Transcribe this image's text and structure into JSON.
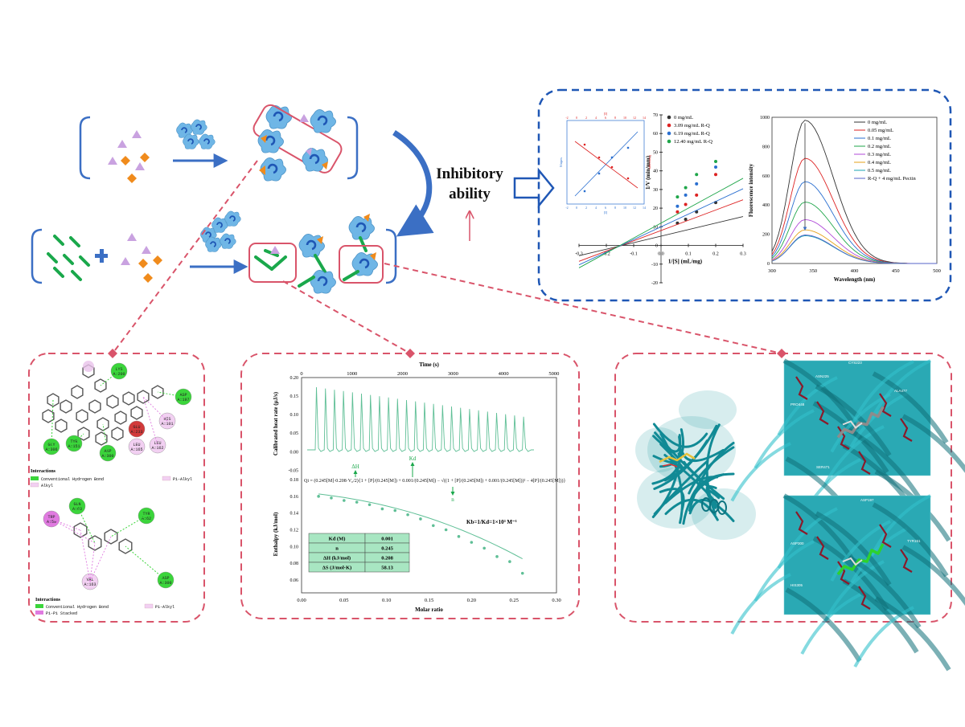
{
  "center_label": {
    "line1": "Inhibitory",
    "line2": "ability"
  },
  "kinetics": {
    "inset": {
      "top_axis_label": "[I]",
      "top_ticks": [
        "-2",
        "0",
        "2",
        "4",
        "6",
        "8",
        "10",
        "12",
        "14"
      ],
      "bottom_axis_label": "[I]",
      "left_axis_label": "Slopes",
      "right_axis_label": "Intercepts",
      "bottom_ticks": [
        "-2",
        "0",
        "2",
        "4",
        "6",
        "8",
        "10",
        "12",
        "14"
      ]
    },
    "legend": [
      "0 mg/mL",
      "3.09 mg/mL R-Q",
      "6.19 mg/mL R-Q",
      "12.40 mg/mL R-Q"
    ],
    "xlabel": "1/[S] (mL/mg)",
    "ylabel": "1/V (min/mm)",
    "xticks": [
      "-0.3",
      "-0.2",
      "-0.1",
      "0.0",
      "0.1",
      "0.2",
      "0.3"
    ],
    "yticks": [
      "70",
      "60",
      "50",
      "40",
      "30",
      "20",
      "10",
      "0",
      "-10",
      "-20"
    ]
  },
  "fluorescence": {
    "legend": [
      "0 mg/mL",
      "0.05 mg/mL",
      "0.1 mg/mL",
      "0.2 mg/mL",
      "0.3 mg/mL",
      "0.4 mg/mL",
      "0.5 mg/mL",
      "R-Q + 4 mg/mL Pectin"
    ],
    "xlabel": "Wavelength (nm)",
    "ylabel": "Fluorescence intensity",
    "xticks": [
      "300",
      "350",
      "400",
      "450",
      "500"
    ],
    "yticks": [
      "1000",
      "800",
      "600",
      "400",
      "200",
      "0"
    ]
  },
  "interactions_1": {
    "title": "Interactions",
    "legend": [
      "Conventional Hydrogen Bond",
      "Alkyl",
      "Pi-Alkyl"
    ],
    "residues": [
      "LYS A:200",
      "ASP A:197",
      "HIS A:101",
      "LEU A:162",
      "LEU A:165",
      "GLU A:233",
      "ASP A:300",
      "TYR A:151",
      "GLY A:306"
    ]
  },
  "interactions_2": {
    "title": "Interactions",
    "legend": [
      "Conventional Hydrogen Bond",
      "Pi-Pi Stacked",
      "Pi-Alkyl"
    ],
    "residues": [
      "GLN A:63",
      "TRP A:59",
      "TYR A:62",
      "VAL A:163",
      "ASP A:300"
    ]
  },
  "itc": {
    "top_axis_label": "Time (s)",
    "top_ticks": [
      "0",
      "1000",
      "2000",
      "3000",
      "4000",
      "5000"
    ],
    "upper_ylabel": "Calibrated heat rate (μJ/s)",
    "upper_yticks": [
      "0.20",
      "0.15",
      "0.10",
      "0.05",
      "0.00",
      "-0.05"
    ],
    "lower_ylabel": "Enthalpy (kJ/mol)",
    "lower_yticks": [
      "0.18",
      "0.16",
      "0.14",
      "0.12",
      "0.10",
      "0.08",
      "0.06"
    ],
    "xlabel": "Molar ratio",
    "xticks": [
      "0.00",
      "0.05",
      "0.10",
      "0.15",
      "0.20",
      "0.25",
      "0.30"
    ],
    "equation": "Qi = (0.245[M]·0.208·V₀/2){1 + [P]/(0.245[M]) + 0.001/(0.245[M]) − √((1 + [P]/(0.245[M]) + 0.001/(0.245[M]))² − 4[P]/(0.245[M]))}",
    "eq_delta_h": "ΔH",
    "eq_kd": "Kd",
    "eq_n": "n",
    "kb_text": "Kb=1/Kd=1×10³ M⁻¹",
    "table": [
      [
        "Kd (M)",
        "0.001"
      ],
      [
        "n",
        "0.245"
      ],
      [
        "ΔH (kJ/mol)",
        "0.208"
      ],
      [
        "ΔS (J/mol·K)",
        "58.13"
      ]
    ]
  },
  "docking": {
    "labels_top": [
      "ASN225",
      "CYS223",
      "ALA477",
      "PRO448",
      "SER471"
    ],
    "labels_bottom": [
      "ASP197",
      "HIS305",
      "ASP300",
      "TYR151"
    ]
  },
  "colors": {
    "pink_dash": "#d9546a",
    "blue_dash": "#1f57b5",
    "arrow_blue": "#3b6fc4",
    "teal": "#1f9aa3",
    "green_pectin": "#1aa84b",
    "enzyme_blue": "#6fb6e6"
  }
}
